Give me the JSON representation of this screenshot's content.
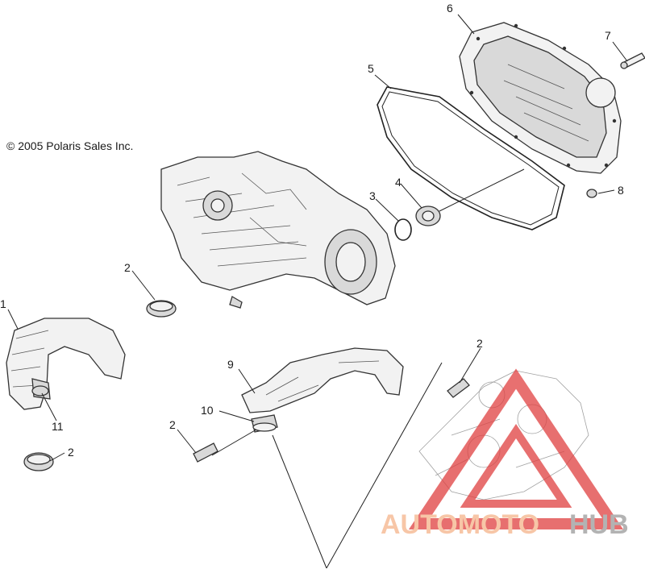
{
  "copyright": "© 2005 Polaris Sales Inc.",
  "callouts": [
    "1",
    "2",
    "2",
    "2",
    "2",
    "3",
    "4",
    "5",
    "6",
    "7",
    "8",
    "9",
    "10",
    "11"
  ],
  "watermark": {
    "word_a": "AUTOMOTO",
    "word_b": "HUB",
    "color_a": "#f5b48a",
    "color_b": "#9a9a9a",
    "triangle_color": "#e04040"
  }
}
